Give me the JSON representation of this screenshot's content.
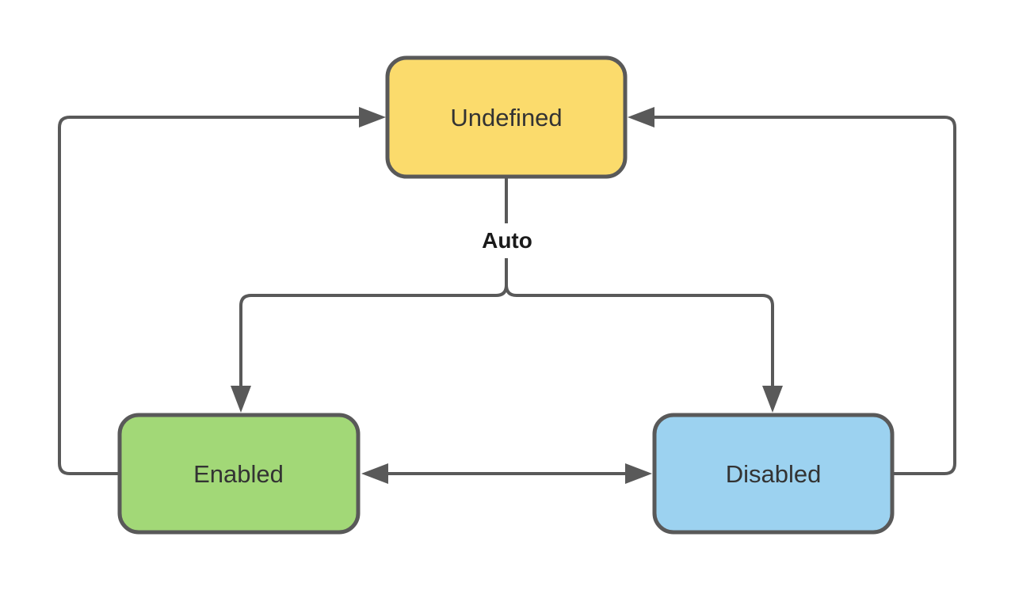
{
  "diagram": {
    "type": "state-diagram",
    "background_color": "#ffffff",
    "line_color": "#595959",
    "node_border_color": "#595959",
    "node_text_color": "#333333",
    "edge_label_color": "#1a1a1a",
    "nodes": [
      {
        "id": "undefined",
        "label": "Undefined",
        "fill": "#FBDB6C"
      },
      {
        "id": "enabled",
        "label": "Enabled",
        "fill": "#A2D877"
      },
      {
        "id": "disabled",
        "label": "Disabled",
        "fill": "#9CD2F0"
      }
    ],
    "edges": [
      {
        "from": "Undefined",
        "to": "Enabled",
        "label": "Auto",
        "style": "arrow"
      },
      {
        "from": "Undefined",
        "to": "Disabled",
        "label": "Auto",
        "style": "arrow"
      },
      {
        "from": "Enabled",
        "to": "Disabled",
        "label": "",
        "style": "double-arrow"
      },
      {
        "from": "Enabled",
        "to": "Undefined",
        "label": "",
        "style": "arrow"
      },
      {
        "from": "Disabled",
        "to": "Undefined",
        "label": "",
        "style": "arrow"
      }
    ]
  }
}
